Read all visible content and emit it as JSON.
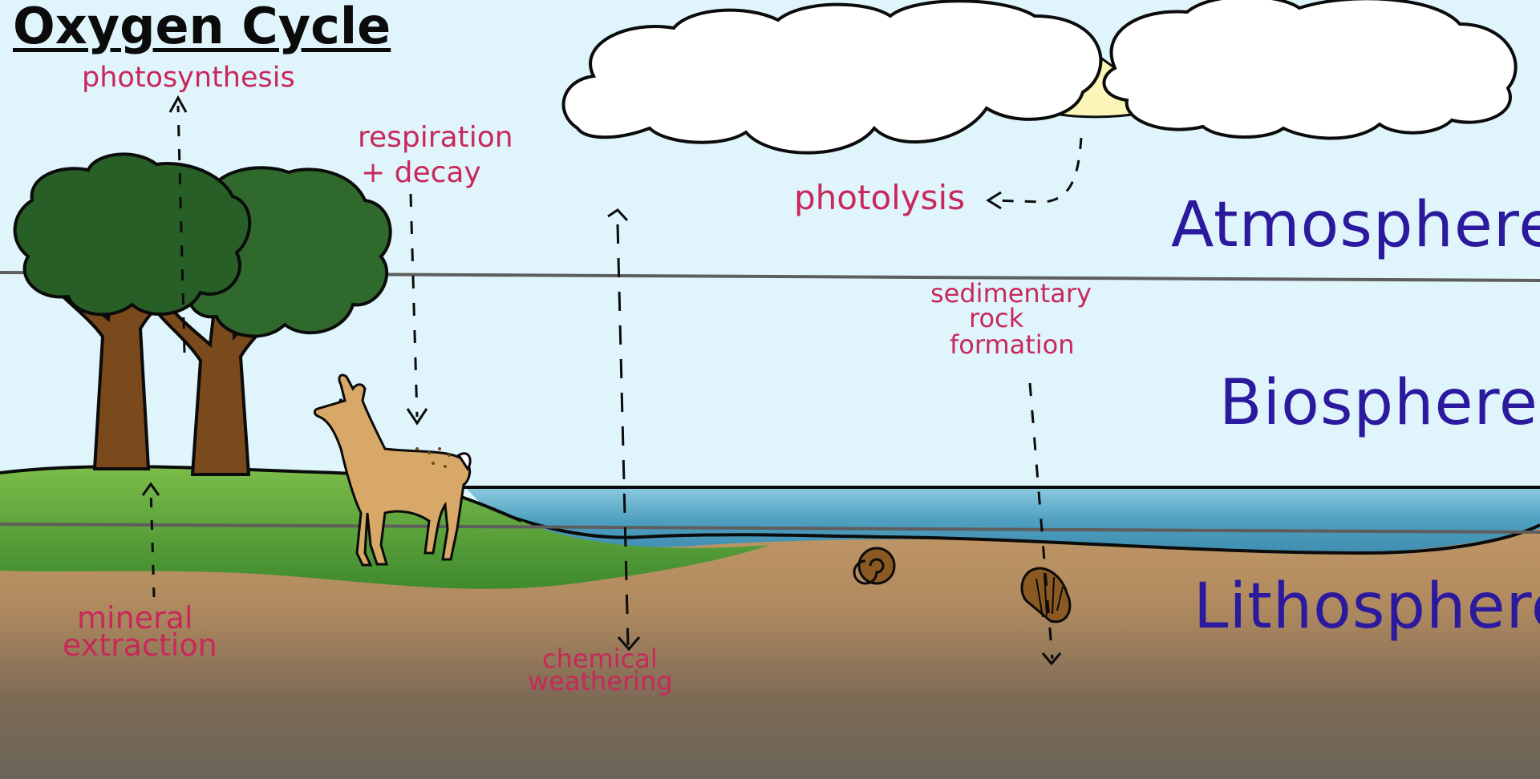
{
  "title": "Oxygen Cycle",
  "layers": {
    "atmosphere": "Atmosphere",
    "biosphere": "Biosphere",
    "lithosphere": "Lithosphere"
  },
  "processes": {
    "photosynthesis": "photosynthesis",
    "respiration_line1": "respiration",
    "respiration_line2": "+ decay",
    "photolysis": "photolysis",
    "sedimentary_line1": "sedimentary",
    "sedimentary_line2": "rock",
    "sedimentary_line3": "formation",
    "mineral_line1": "mineral",
    "mineral_line2": "extraction",
    "chemical_line1": "chemical",
    "chemical_line2": "weathering"
  },
  "colors": {
    "sky": "#dff5fb",
    "process_label": "#c8285a",
    "layer_label": "#2c1a9e",
    "grass": "#5aa33a",
    "soil": "#c29866",
    "water": "#4f9fc0",
    "tree_foliage": "#2f6a2c",
    "tree_trunk": "#7a4a1c",
    "deer": "#d7a868",
    "sun": "#fbf6b8"
  }
}
